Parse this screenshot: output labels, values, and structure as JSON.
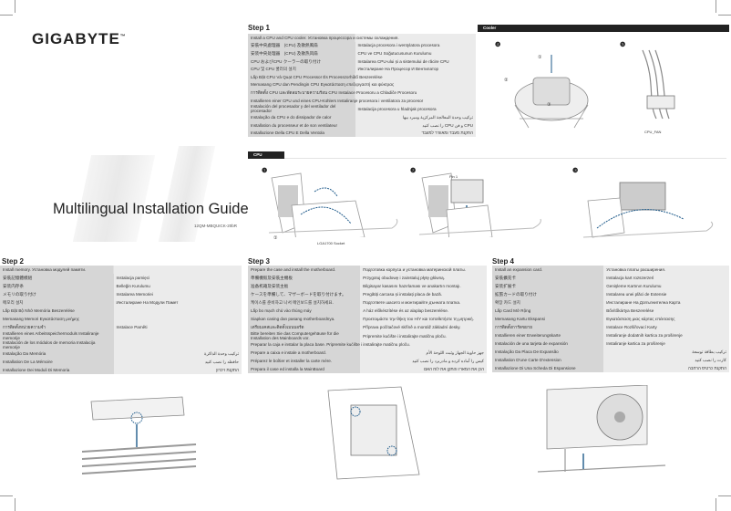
{
  "brand": "GIGABYTE",
  "title": "Multilingual Installation Guide",
  "doc_code": "12QM-MBQUICK-20bR",
  "step1": {
    "label": "Step 1",
    "rows": [
      {
        "full": "Install a CPU and CPU cooler. Установка процессора и системы охлаждения."
      },
      {
        "l": "安裝中央處理器　(CPU) 及散熱風扇",
        "r": "Instalacja procesora i wentylatora procesora"
      },
      {
        "l": "安装中央处理器　(CPU) 及散热风扇",
        "r": "CPU ve CPU Soğutucusunun Kurulumu"
      },
      {
        "l": "CPU およびCPU クーラーの取り付け",
        "r": "Instalarea CPU-ului și a sistemului de răcire CPU"
      },
      {
        "l": "CPU 및 CPU 쿨러의 설치",
        "r": "Инсталиране На Процесор И Вентилатор"
      },
      {
        "full": "Lắp Đặt CPU Và Quạt CPU Processor És Processzorhűtő Beszerelése"
      },
      {
        "full": "Memasang CPU dan Pendingin CPU Εγκατάσταση επεξεργαστή και ψύκτρας"
      },
      {
        "full": "การติดตั้ง CPU และพัดลมระบายความร้อน CPU Instalace Procesoru a Chladiče Procesoru"
      },
      {
        "full": "Installieren einer CPU und eines CPU-Kühlers Instaliranje procesora i ventilatora za procesor"
      },
      {
        "l": "Instalación del procesador y del ventilador del procesador",
        "r": "Instalacija procesora u hladnjak procesora"
      },
      {
        "l": "Instalação da CPU e do dissipador de calor",
        "r": "تركيب وحدة المعالجة المركزية ومبرد بيها",
        "rtl": true
      },
      {
        "l": "Installation du processeur et de son ventilateur",
        "r": "CPU و فن CPU را نصب کنید",
        "rtl": true
      },
      {
        "l": "Installazione Della CPU E Della Ventola",
        "r": "התקנת מעבד ומאוורר למעבד",
        "rtl": true
      }
    ]
  },
  "cooler_label": "Cooler",
  "cpu_label": "CPU",
  "cooler_fig": {
    "steps": [
      "❹",
      "❺"
    ],
    "callouts": [
      "①",
      "②",
      "③"
    ],
    "connector_label": "CPU_FAN"
  },
  "cpu_fig": {
    "steps": [
      "❶",
      "❷",
      "❸"
    ],
    "socket_label": "LGA1700 Socket",
    "pin_label": "Pin 1",
    "callouts": [
      "①",
      "②"
    ]
  },
  "step2": {
    "label": "Step 2",
    "rows": [
      {
        "full": "Install memory. Установка модулей памяти."
      },
      {
        "l": "安裝記憶體模組",
        "r": "Instalacja pamięci"
      },
      {
        "l": "安装内存条",
        "r": "Belleğin Kurulumu"
      },
      {
        "l": "メモリの取り付け",
        "r": "Instalarea Memoriei"
      },
      {
        "l": "메모리 설치",
        "r": "Инсталиране На Модули Памет"
      },
      {
        "l": "Lắp Đặt Bộ Nhớ Memória Beszerelése",
        "r": ""
      },
      {
        "l": "Memasang Memori Εγκατάσταση μνήμης",
        "r": ""
      },
      {
        "l": "การติดตั้งหน่วยความจำ",
        "r": "Instalace Paměti"
      },
      {
        "l": "Installieren eines Arbeitsspeichermoduls Instaliranje memorije",
        "r": ""
      },
      {
        "l": "Instalación de los módulos de memoria Instalacija memorije",
        "r": ""
      },
      {
        "l": "Instalação Da Memória",
        "r": "تركيب وحدة الذاكرة",
        "rtl": true
      },
      {
        "l": "Installation De La Mémoire",
        "r": "حافظه را نصب کنید",
        "rtl": true
      },
      {
        "l": "Installazione Dei Moduli Di Memoria",
        "r": "התקנת זיכרון",
        "rtl": true
      }
    ]
  },
  "step3": {
    "label": "Step 3",
    "rows": [
      {
        "l": "Prepare the case and install the motherboard.",
        "r": "Подготовка корпуса и установка материнской платы."
      },
      {
        "l": "準備機殼及安裝主機板",
        "r": "Przygotuj obudowę i zainstaluj płytę główną."
      },
      {
        "l": "准备机箱及安装主板",
        "r": "Bilgisayar kasasını hazırlaması ve anakartın montajı."
      },
      {
        "l": "ケースを準備して、マザーボードを取り付けます。",
        "r": "Pregătiți carcasa și instalați placa de bază."
      },
      {
        "l": "케이스를 준비하고 나서 메인보드를 설치하세요.",
        "r": "Подгответе шасито и монтирайте дънната платка."
      },
      {
        "l": "Lắp bo mạch chủ vào thùng máy",
        "r": "A ház előkészítése és az alaplap beszerelése."
      },
      {
        "l": "Siapkan casing dan pasang motherboardnya.",
        "r": "Προετοιμάστε την θήκη του Η/Υ και τοποθετήστε τη μητρική."
      },
      {
        "l": "เตรียมเคสและติดตั้งเมนบอร์ด",
        "r": "Příprava počítačové skříně a montáž základní desky."
      },
      {
        "l": "Bitte bereiten Sie das Computergehäuse für die Installation des Mainboards vor.",
        "r": "Pripremite kućište i instalirajte matičnu ploču."
      },
      {
        "full": "Preparar la caja e instalar la placa base. Pripremite kućište i instalirajte matičnu ploču."
      },
      {
        "l": "Prepare a caixa e instale a motherboard.",
        "r": "جهز حاوية الجهاز وثبت اللوحة الأم",
        "rtl": true
      },
      {
        "l": "Préparez le boîtier et installer la carte mère.",
        "r": "کیس را آماده کرده و مادربرد را نصب کنید",
        "rtl": true
      },
      {
        "l": "Prepara il case ed installa la MainBoard",
        "r": "הכן את המארז והתקן את לוח האם",
        "rtl": true
      }
    ]
  },
  "step4": {
    "label": "Step 4",
    "rows": [
      {
        "l": "Install an expansion card.",
        "r": "Установка платы расширения."
      },
      {
        "l": "安裝擴充卡",
        "r": "Instalacja kart rozszerzeń"
      },
      {
        "l": "安装扩展卡",
        "r": "Genişleme Kartının Kurulumu"
      },
      {
        "l": "拡張カードの取り付け",
        "r": "Instalarea unei plăci de Extensie"
      },
      {
        "l": "확장 카드 설치",
        "r": "Инсталиране На Допълнителна Карта"
      },
      {
        "l": "Lắp Card Mở Rộng",
        "r": "Bővítőkártya Beszerelése"
      },
      {
        "l": "Memasang Kartu Ekspansi",
        "r": "Εγκατάσταση μιας κάρτας επέκτασης"
      },
      {
        "l": "การติดตั้งการ์ดขยาย",
        "r": "Instalace Rozšiřovací Karty"
      },
      {
        "l": "Installieren einer Erweiterungskarte",
        "r": "Instaliranje dodatnih kartica za proširenje"
      },
      {
        "l": "Instalación de una tarjeta de expansión",
        "r": "Instaliranje kartica za proširenje"
      },
      {
        "l": "Instalação Da Placa De Expansão",
        "r": "تركيب بطاقة توسعة",
        "rtl": true
      },
      {
        "l": "Installation D'une Carte D'extension",
        "r": "کارت را نصب کنید",
        "rtl": true
      },
      {
        "l": "Installazione Di Una Scheda Di Espansione",
        "r": "התקנת כרטיס הרחבה",
        "rtl": true
      }
    ]
  }
}
